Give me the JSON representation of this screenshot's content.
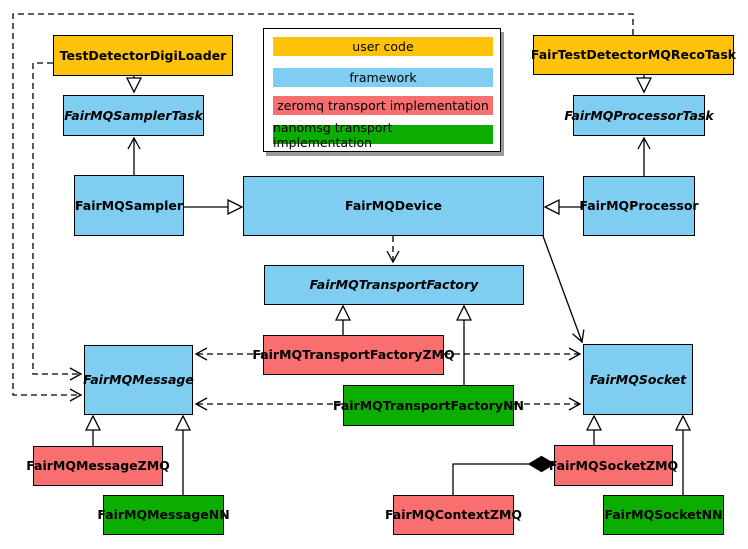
{
  "legend": {
    "items": [
      {
        "label": "user code",
        "color": "#FFC20A",
        "category": "user-code"
      },
      {
        "label": "framework",
        "color": "#7FCDF0",
        "category": "framework"
      },
      {
        "label": "zeromq transport implementation",
        "color": "#F96F6F",
        "category": "zeromq-transport"
      },
      {
        "label": "nanomsg transport implementation",
        "color": "#0BAD00",
        "category": "nanomsg-transport"
      }
    ]
  },
  "nodes": [
    {
      "id": "TestDetectorDigiLoader",
      "label": "TestDetectorDigiLoader",
      "category": "user-code",
      "abstract": false
    },
    {
      "id": "FairTestDetectorMQRecoTask",
      "label": "FairTestDetectorMQRecoTask",
      "category": "user-code",
      "abstract": false
    },
    {
      "id": "FairMQSamplerTask",
      "label": "FairMQSamplerTask",
      "category": "framework",
      "abstract": true
    },
    {
      "id": "FairMQProcessorTask",
      "label": "FairMQProcessorTask",
      "category": "framework",
      "abstract": true
    },
    {
      "id": "FairMQSampler",
      "label": "FairMQSampler",
      "category": "framework",
      "abstract": false
    },
    {
      "id": "FairMQDevice",
      "label": "FairMQDevice",
      "category": "framework",
      "abstract": false
    },
    {
      "id": "FairMQProcessor",
      "label": "FairMQProcessor",
      "category": "framework",
      "abstract": false
    },
    {
      "id": "FairMQTransportFactory",
      "label": "FairMQTransportFactory",
      "category": "framework",
      "abstract": true
    },
    {
      "id": "FairMQTransportFactoryZMQ",
      "label": "FairMQTransportFactoryZMQ",
      "category": "zeromq-transport",
      "abstract": false
    },
    {
      "id": "FairMQTransportFactoryNN",
      "label": "FairMQTransportFactoryNN",
      "category": "nanomsg-transport",
      "abstract": false
    },
    {
      "id": "FairMQMessage",
      "label": "FairMQMessage",
      "category": "framework",
      "abstract": true
    },
    {
      "id": "FairMQSocket",
      "label": "FairMQSocket",
      "category": "framework",
      "abstract": true
    },
    {
      "id": "FairMQMessageZMQ",
      "label": "FairMQMessageZMQ",
      "category": "zeromq-transport",
      "abstract": false
    },
    {
      "id": "FairMQMessageNN",
      "label": "FairMQMessageNN",
      "category": "nanomsg-transport",
      "abstract": false
    },
    {
      "id": "FairMQContextZMQ",
      "label": "FairMQContextZMQ",
      "category": "zeromq-transport",
      "abstract": false
    },
    {
      "id": "FairMQSocketZMQ",
      "label": "FairMQSocketZMQ",
      "category": "zeromq-transport",
      "abstract": false
    },
    {
      "id": "FairMQSocketNN",
      "label": "FairMQSocketNN",
      "category": "nanomsg-transport",
      "abstract": false
    }
  ],
  "edges": [
    {
      "from": "TestDetectorDigiLoader",
      "to": "FairMQSamplerTask",
      "style": "solid",
      "arrow": "hollow-triangle"
    },
    {
      "from": "FairTestDetectorMQRecoTask",
      "to": "FairMQProcessorTask",
      "style": "solid",
      "arrow": "hollow-triangle"
    },
    {
      "from": "FairMQSampler",
      "to": "FairMQSamplerTask",
      "style": "solid",
      "arrow": "open-vee"
    },
    {
      "from": "FairMQProcessor",
      "to": "FairMQProcessorTask",
      "style": "solid",
      "arrow": "open-vee"
    },
    {
      "from": "FairMQSampler",
      "to": "FairMQDevice",
      "style": "solid",
      "arrow": "hollow-triangle"
    },
    {
      "from": "FairMQProcessor",
      "to": "FairMQDevice",
      "style": "solid",
      "arrow": "hollow-triangle"
    },
    {
      "from": "FairMQDevice",
      "to": "FairMQTransportFactory",
      "style": "dashed",
      "arrow": "open-vee"
    },
    {
      "from": "FairMQDevice",
      "to": "FairMQSocket",
      "style": "solid",
      "arrow": "open-vee"
    },
    {
      "from": "FairMQTransportFactoryZMQ",
      "to": "FairMQTransportFactory",
      "style": "solid",
      "arrow": "hollow-triangle"
    },
    {
      "from": "FairMQTransportFactoryNN",
      "to": "FairMQTransportFactory",
      "style": "solid",
      "arrow": "hollow-triangle"
    },
    {
      "from": "FairMQTransportFactoryZMQ",
      "to": "FairMQMessage",
      "style": "dashed",
      "arrow": "open-vee"
    },
    {
      "from": "FairMQTransportFactoryZMQ",
      "to": "FairMQSocket",
      "style": "dashed",
      "arrow": "open-vee"
    },
    {
      "from": "FairMQTransportFactoryNN",
      "to": "FairMQMessage",
      "style": "dashed",
      "arrow": "open-vee"
    },
    {
      "from": "FairMQTransportFactoryNN",
      "to": "FairMQSocket",
      "style": "dashed",
      "arrow": "open-vee"
    },
    {
      "from": "TestDetectorDigiLoader",
      "to": "FairMQMessage",
      "style": "dashed",
      "arrow": "open-vee"
    },
    {
      "from": "FairTestDetectorMQRecoTask",
      "to": "FairMQMessage",
      "style": "dashed",
      "arrow": "open-vee"
    },
    {
      "from": "FairMQMessageZMQ",
      "to": "FairMQMessage",
      "style": "solid",
      "arrow": "hollow-triangle"
    },
    {
      "from": "FairMQMessageNN",
      "to": "FairMQMessage",
      "style": "solid",
      "arrow": "hollow-triangle"
    },
    {
      "from": "FairMQSocketZMQ",
      "to": "FairMQSocket",
      "style": "solid",
      "arrow": "hollow-triangle"
    },
    {
      "from": "FairMQSocketNN",
      "to": "FairMQSocket",
      "style": "solid",
      "arrow": "hollow-triangle"
    },
    {
      "from": "FairMQContextZMQ",
      "to": "FairMQSocketZMQ",
      "style": "solid",
      "arrow": "filled-diamond"
    }
  ]
}
